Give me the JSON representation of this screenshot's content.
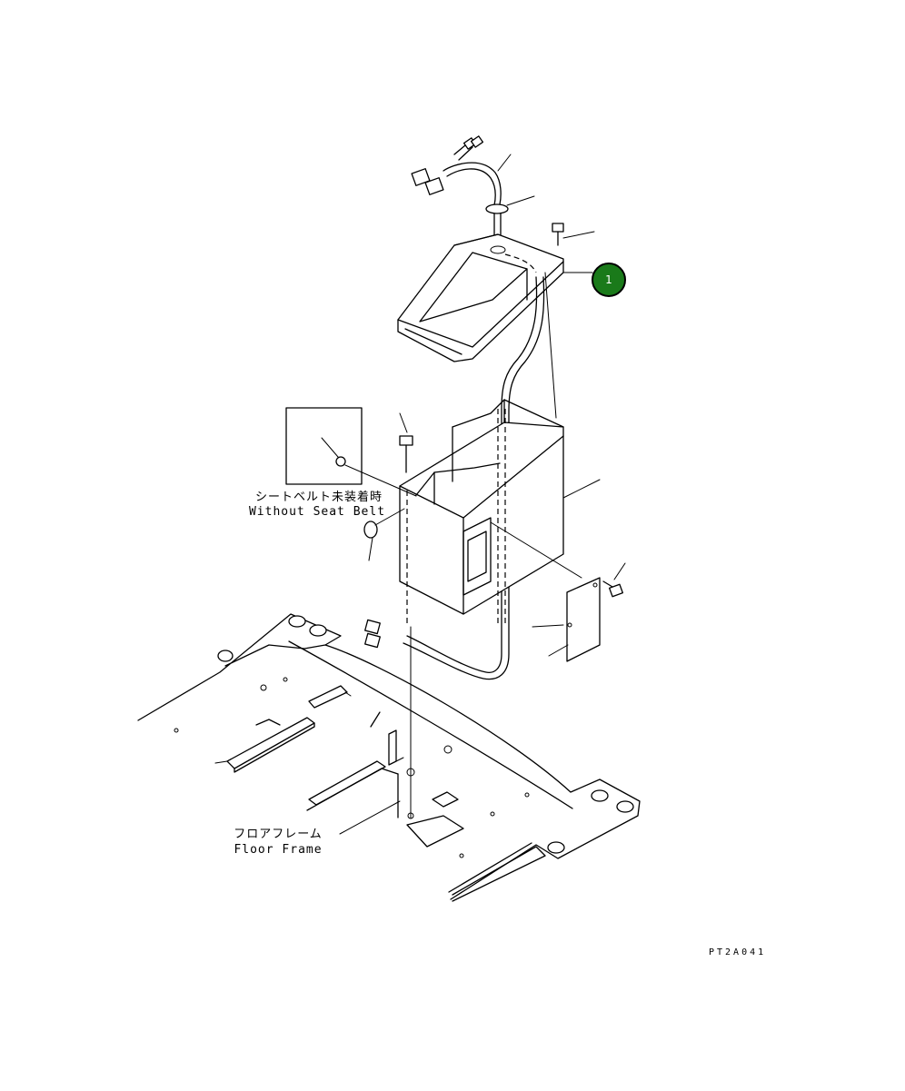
{
  "callout": {
    "number": "1",
    "color": "#1a7a1a"
  },
  "labels": {
    "seat_belt_jp": "シートベルト未装着時",
    "seat_belt_en": "Without Seat Belt",
    "floor_frame_jp": "フロアフレーム",
    "floor_frame_en": "Floor Frame"
  },
  "drawing_code": "PT2A041"
}
